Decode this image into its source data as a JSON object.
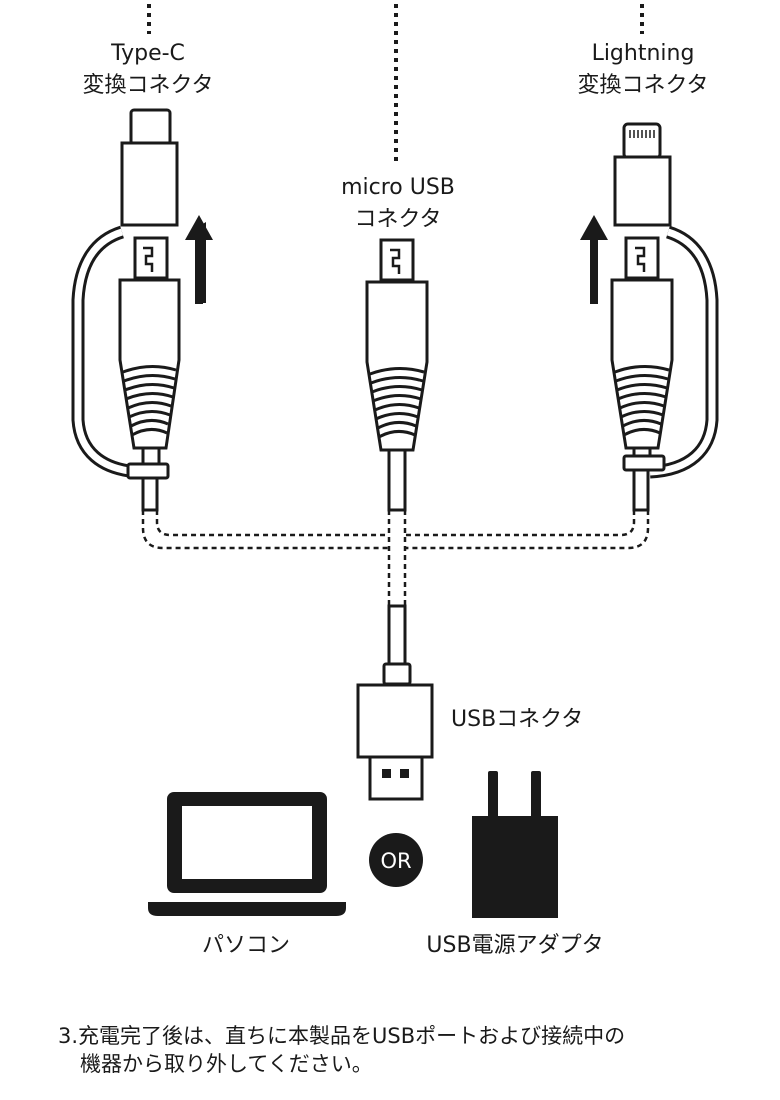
{
  "labels": {
    "typec_line1": "Type-C",
    "typec_line2": "変換コネクタ",
    "lightning_line1": "Lightning",
    "lightning_line2": "変換コネクタ",
    "micro_line1": "micro USB",
    "micro_line2": "コネクタ",
    "usb_connector": "USBコネクタ",
    "or_badge": "OR",
    "pc": "パソコン",
    "adapter": "USB電源アダプタ"
  },
  "note": {
    "line1": "3.充電完了後は、直ちに本製品をUSBポートおよび接続中の",
    "line2": "機器から取り外してください。"
  },
  "colors": {
    "ink": "#1a1a1a",
    "background": "#ffffff"
  }
}
